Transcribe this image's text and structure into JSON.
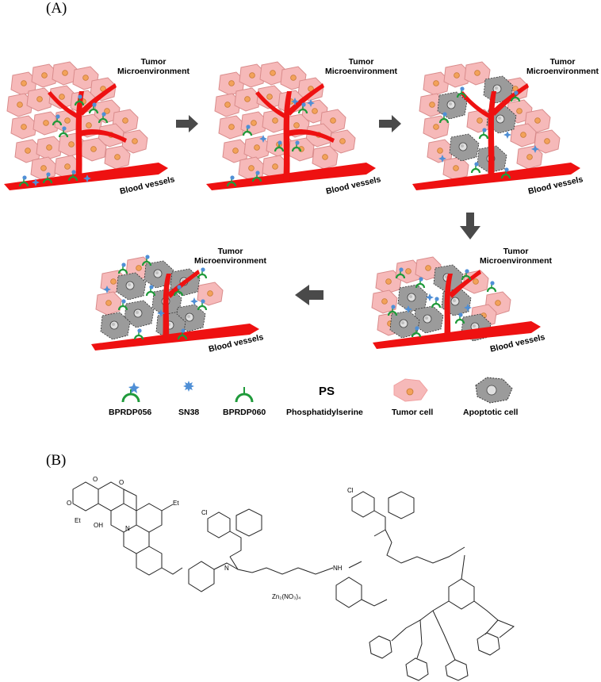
{
  "panel_a": {
    "label": "(A)",
    "scenes": [
      {
        "title_line1": "Tumor",
        "title_line2": "Microenvironment",
        "vessel_label": "Blood vessels"
      },
      {
        "title_line1": "Tumor",
        "title_line2": "Microenvironment",
        "vessel_label": "Blood vessels"
      },
      {
        "title_line1": "Tumor",
        "title_line2": "Microenvironment",
        "vessel_label": "Blood vessels"
      },
      {
        "title_line1": "Tumor",
        "title_line2": "Microenvironment",
        "vessel_label": "Blood vessels"
      },
      {
        "title_line1": "Tumor",
        "title_line2": "Microenvironment",
        "vessel_label": "Blood vessels"
      }
    ],
    "legend": [
      {
        "label": "BPRDP056",
        "icon": "bprdp056-icon"
      },
      {
        "label": "SN38",
        "icon": "sn38-icon"
      },
      {
        "label": "BPRDP060",
        "icon": "bprdp060-icon"
      },
      {
        "label": "Phosphatidylserine",
        "symbol": "PS"
      },
      {
        "label": "Tumor cell",
        "icon": "tumor-cell-icon"
      },
      {
        "label": "Apoptotic cell",
        "icon": "apoptotic-cell-icon"
      }
    ],
    "colors": {
      "tumor_cell": "#f6b9b9",
      "tumor_outline": "#d98c8c",
      "vessel": "#ee1111",
      "apoptotic": "#9b9b9b",
      "arrow": "#4a4a4a",
      "drug_green": "#1f9a3a",
      "sn38_blue": "#4f8fd6"
    }
  },
  "panel_b": {
    "label": "(B)",
    "atom_labels": {
      "o1": "O",
      "o2": "O",
      "o3": "O",
      "n1": "N",
      "n2": "N",
      "et1": "Et",
      "oh": "OH",
      "et2": "Et",
      "cl1": "Cl",
      "cl2": "Cl",
      "zn": "Zn₂(NO₃)₄",
      "nh": "NH"
    }
  }
}
